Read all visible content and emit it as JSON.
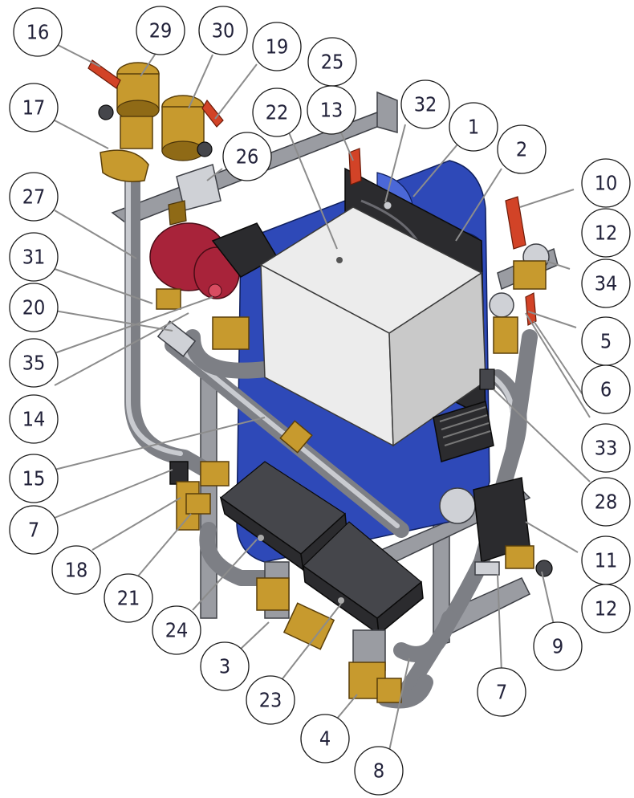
{
  "callouts": [
    {
      "label": "16"
    },
    {
      "label": "29"
    },
    {
      "label": "30"
    },
    {
      "label": "19"
    },
    {
      "label": "25"
    },
    {
      "label": "17"
    },
    {
      "label": "22"
    },
    {
      "label": "13"
    },
    {
      "label": "32"
    },
    {
      "label": "1"
    },
    {
      "label": "2"
    },
    {
      "label": "26"
    },
    {
      "label": "10"
    },
    {
      "label": "27"
    },
    {
      "label": "12"
    },
    {
      "label": "31"
    },
    {
      "label": "34"
    },
    {
      "label": "20"
    },
    {
      "label": "5"
    },
    {
      "label": "35"
    },
    {
      "label": "6"
    },
    {
      "label": "14"
    },
    {
      "label": "33"
    },
    {
      "label": "15"
    },
    {
      "label": "28"
    },
    {
      "label": "7"
    },
    {
      "label": "11"
    },
    {
      "label": "18"
    },
    {
      "label": "21"
    },
    {
      "label": "12"
    },
    {
      "label": "24"
    },
    {
      "label": "9"
    },
    {
      "label": "3"
    },
    {
      "label": "23"
    },
    {
      "label": "7"
    },
    {
      "label": "4"
    },
    {
      "label": "8"
    }
  ],
  "colors": {
    "brass": "#c79a2e",
    "steel": "#9a9ca2",
    "tank_blue": "#2e49b8",
    "pump_red": "#a8233a",
    "handle_red": "#d24327",
    "actuator_black": "#2b2b2e",
    "cover_white": "#ececec"
  }
}
